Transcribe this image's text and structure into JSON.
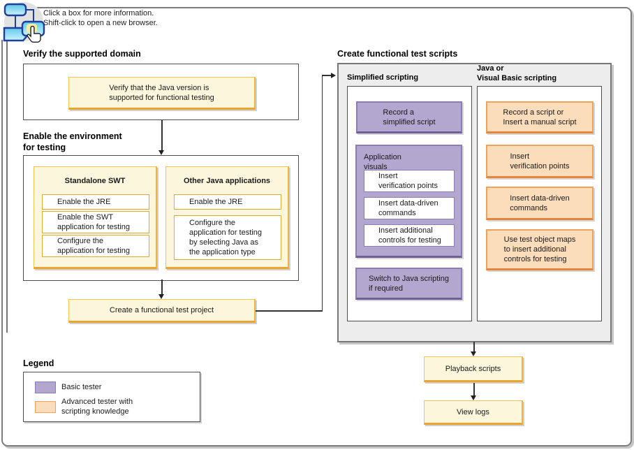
{
  "note": {
    "line1": "Click a box for more information.",
    "line2": "Shift-click to open a new browser."
  },
  "verify": {
    "heading": "Verify the supported domain",
    "box": "Verify that the Java version is\nsupported for functional testing"
  },
  "enable": {
    "heading": "Enable the environment\nfor testing",
    "swt": {
      "title": "Standalone SWT",
      "steps": [
        "Enable the JRE",
        "Enable the SWT\napplication for testing",
        "Configure the\napplication for testing"
      ]
    },
    "other": {
      "title": "Other Java applications",
      "steps": [
        "Enable the JRE",
        "Configure the\napplication for testing\nby selecting Java as\nthe application type"
      ]
    }
  },
  "project": {
    "label": "Create a functional test project"
  },
  "scripts": {
    "heading": "Create functional test scripts",
    "simplified": {
      "title": "Simplified scripting",
      "record": "Record a\nsimplified script",
      "visuals": {
        "title": "Application\nvisuals",
        "steps": [
          "Insert\nverification points",
          "Insert data-driven\ncommands",
          "Insert additional\ncontrols for testing"
        ]
      },
      "switch": "Switch to Java scripting\nif required"
    },
    "java_vb": {
      "title": "Java or\nVisual Basic scripting",
      "boxes": [
        "Record a script or\nInsert a manual script",
        "Insert\nverification points",
        "Insert data-driven\ncommands",
        "Use test object maps\nto insert additional\ncontrols for testing"
      ]
    }
  },
  "playback": {
    "label": "Playback scripts"
  },
  "viewlogs": {
    "label": "View logs"
  },
  "legend": {
    "heading": "Legend",
    "items": [
      {
        "label": "Basic tester",
        "color": "#b3a6cf"
      },
      {
        "label": "Advanced tester with\nscripting knowledge",
        "color": "#fbdcbb"
      }
    ]
  },
  "colors": {
    "basic_tester": "#b3a6cf",
    "advanced_tester": "#fbdcbb",
    "task_box": "#fcf6dc",
    "task_box_border": "#f4c44f",
    "group_panel": "#ededed"
  }
}
